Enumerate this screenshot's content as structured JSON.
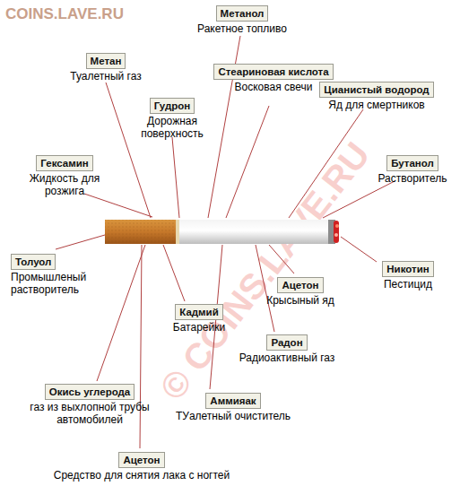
{
  "diagram": {
    "nodes": [
      {
        "text": [
          "Метанол",
          "Ракетное топливо"
        ]
      },
      {
        "text": [
          "Метан",
          "Туалетный газ"
        ]
      },
      {
        "text": [
          "Стеариновая кислота",
          "Восковая свечи"
        ]
      },
      {
        "text": [
          "Цианистый водород",
          "Яд для смертников"
        ]
      },
      {
        "text": [
          "Гудрон",
          "Дорожная поверхность"
        ]
      },
      {
        "text": [
          "Гексамин",
          "Жидкость для розжига"
        ]
      },
      {
        "text": [
          "Бутанол",
          "Растворитель"
        ]
      },
      {
        "text": [
          "Толуол",
          "Промышленый растворитель"
        ]
      },
      {
        "text": [
          "Ацетон",
          "Крысыный яд"
        ]
      },
      {
        "text": [
          "Никотин",
          "Пестицид"
        ]
      },
      {
        "text": [
          "Кадмий",
          "Батарейки"
        ]
      },
      {
        "text": [
          "Радон",
          "Радиоактивный газ"
        ]
      },
      {
        "text": [
          "Окись углерода",
          "газ из выхлопной трубы автомобилей"
        ]
      },
      {
        "text": [
          "Аммияак",
          "ТУалетный очиститель"
        ]
      },
      {
        "text": [
          "Ацетон",
          "Средство для снятия лака с ногтей"
        ]
      }
    ],
    "labels": [
      "COINS.LAVE.RU",
      "© COINS.LAVE.RU"
    ]
  }
}
